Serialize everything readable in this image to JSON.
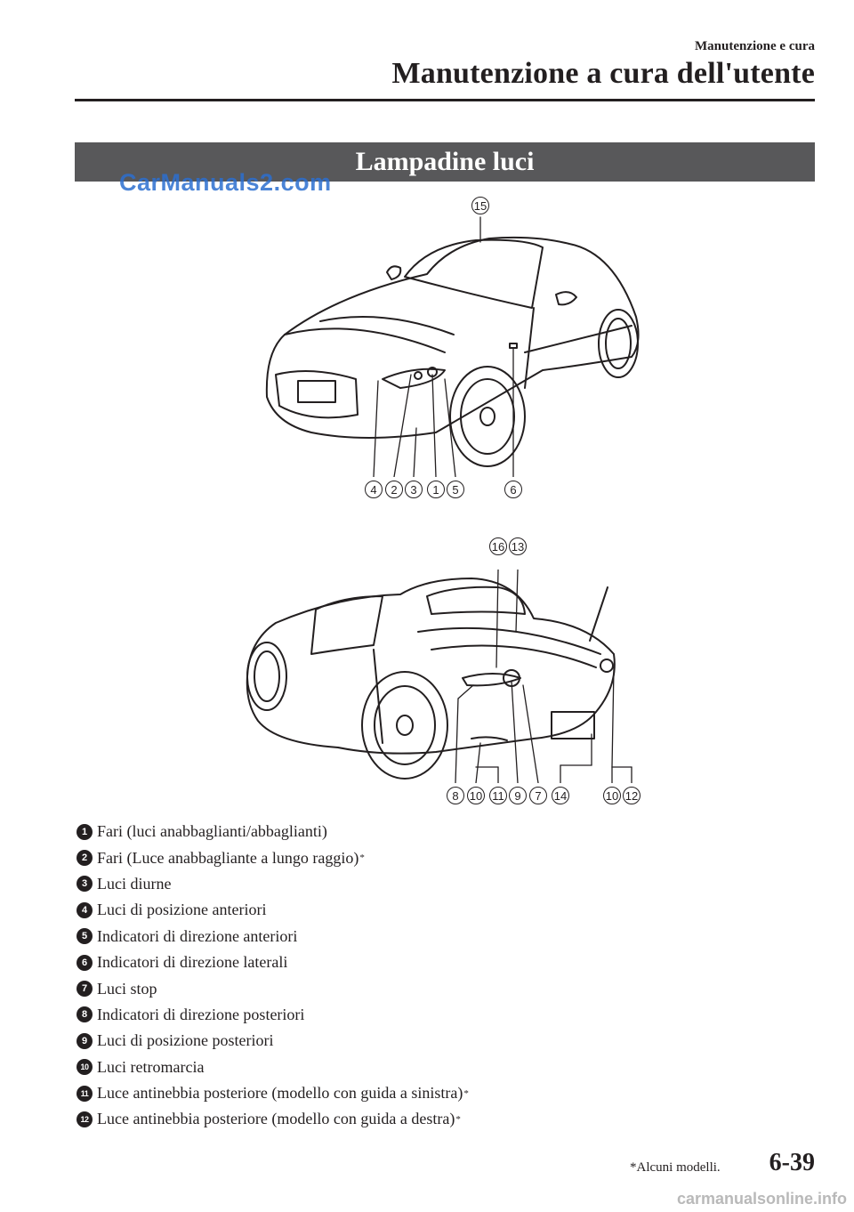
{
  "header": {
    "section": "Manutenzione e cura",
    "title": "Manutenzione a cura dell'utente"
  },
  "banner": "Lampadine luci",
  "watermark": "CarManuals2.com",
  "front_callouts": [
    "15",
    "4",
    "2",
    "3",
    "1",
    "5",
    "6"
  ],
  "rear_callouts": [
    "16",
    "13",
    "8",
    "10",
    "11",
    "9",
    "7",
    "14",
    "10",
    "12"
  ],
  "legend": [
    {
      "num": "1",
      "text": "Fari (luci anabbaglianti/abbaglianti)",
      "mark": ""
    },
    {
      "num": "2",
      "text": "Fari (Luce anabbagliante a lungo raggio)",
      "mark": "*"
    },
    {
      "num": "3",
      "text": "Luci diurne",
      "mark": ""
    },
    {
      "num": "4",
      "text": "Luci di posizione anteriori",
      "mark": ""
    },
    {
      "num": "5",
      "text": "Indicatori di direzione anteriori",
      "mark": ""
    },
    {
      "num": "6",
      "text": "Indicatori di direzione laterali",
      "mark": ""
    },
    {
      "num": "7",
      "text": "Luci stop",
      "mark": ""
    },
    {
      "num": "8",
      "text": "Indicatori di direzione posteriori",
      "mark": ""
    },
    {
      "num": "9",
      "text": "Luci di posizione posteriori",
      "mark": ""
    },
    {
      "num": "10",
      "text": "Luci retromarcia",
      "mark": ""
    },
    {
      "num": "11",
      "text": "Luce antinebbia posteriore (modello con guida a sinistra)",
      "mark": "*"
    },
    {
      "num": "12",
      "text": "Luce antinebbia posteriore (modello con guida a destra)",
      "mark": "*"
    }
  ],
  "footer": {
    "note": "*Alcuni modelli.",
    "page": "6-39",
    "site": "carmanualsonline.info"
  }
}
